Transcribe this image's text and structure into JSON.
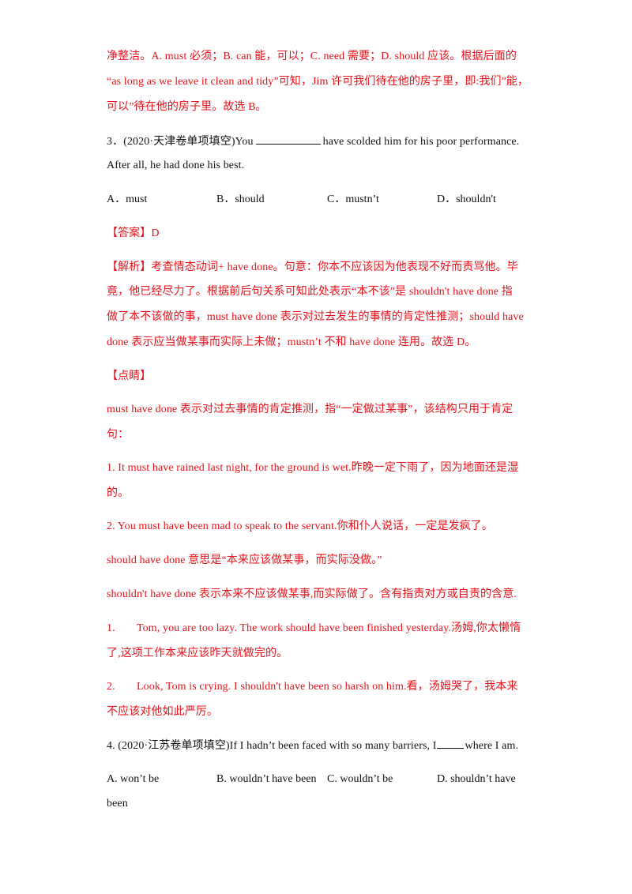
{
  "lines": {
    "l1": "净整洁。A. must 必须；B. can 能，可以；C. need 需要；D. should 应该。根据后面的",
    "l2": "“as long as we leave it clean and tidy”可知，Jim 许可我们待在他的房子里，即:我们”能，",
    "l3": "可以”待在他的房子里。故选 B。"
  },
  "q3": {
    "prefix": "3．(2020·天津卷单项填空)You",
    "suffix": "have scolded him for his poor performance.",
    "line2": "After all, he had done his best.",
    "options": [
      "A．must",
      "B．should",
      "C．mustn’t",
      "D．shouldn't"
    ],
    "answer": "【答案】D",
    "analysis": [
      "【解析】考查情态动词+ have done。句意：你本不应该因为他表现不好而责骂他。毕",
      "竟，他已经尽力了。根据前后句关系可知此处表示“本不该”是  shouldn't have done 指",
      "做了本不该做的事，must have done 表示对过去发生的事情的肯定性推测；should have",
      "done 表示应当做某事而实际上未做；mustn’t 不和 have done 连用。故选 D。"
    ],
    "tip_label": "【点睛】",
    "tips": [
      "must have done 表示对过去事情的肯定推测，指“一定做过某事”，该结构只用于肯定",
      "句：",
      "1. It must have rained last night, for the ground is wet.昨晚一定下雨了，因为地面还是湿",
      "的。",
      "2. You must have been mad to speak to the servant.你和仆人说话，一定是发疯了。",
      "should have done 意思是“本来应该做某事，而实际没做。”",
      "shouldn't have done 表示本来不应该做某事,而实际做了。含有指责对方或自责的含意."
    ],
    "examples": [
      {
        "num": "1.",
        "text": "Tom, you are too lazy. The work should have been finished yesterday.汤姆,你太懒惰",
        "cont": "了,这项工作本来应该昨天就做完的。"
      },
      {
        "num": "2.",
        "text": "Look, Tom is crying. I shouldn't    have been so harsh on him.看，汤姆哭了，我本来",
        "cont": "不应该对他如此严厉。"
      }
    ]
  },
  "q4": {
    "prefix": "4. (2020·江苏卷单项填空)If  I hadn’t been faced with so many barriers, I",
    "suffix": "where I am.",
    "options": [
      "A.  won’t be",
      "B.  wouldn’t have been",
      "C.  wouldn’t be",
      "D.  shouldn’t  have"
    ],
    "wrap": "been"
  }
}
